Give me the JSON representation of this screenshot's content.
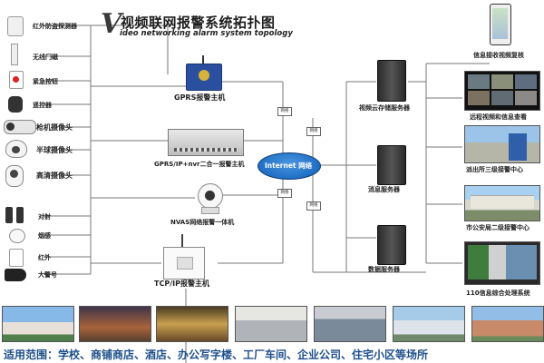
{
  "title": {
    "logo": "V",
    "cn": "视频联网报警系统拓扑图",
    "en": "ideo networking alarm system topology"
  },
  "left_devices": [
    {
      "label": "红外防盗探测器",
      "icon": "pir-detector-icon"
    },
    {
      "label": "无线门磁",
      "icon": "door-sensor-icon"
    },
    {
      "label": "紧急按钮",
      "icon": "panic-button-icon"
    },
    {
      "label": "遥控器",
      "icon": "remote-control-icon"
    },
    {
      "label": "枪机摄像头",
      "icon": "bullet-camera-icon"
    },
    {
      "label": "半球摄像头",
      "icon": "dome-camera-icon"
    },
    {
      "label": "高清摄像头",
      "icon": "hd-camera-icon"
    },
    {
      "label": "对射",
      "icon": "beam-sensor-icon"
    },
    {
      "label": "烟感",
      "icon": "smoke-detector-icon"
    },
    {
      "label": "红外",
      "icon": "infrared-sensor-icon"
    },
    {
      "label": "大警号",
      "icon": "siren-icon"
    }
  ],
  "center_devices": {
    "gprs": "GPRS报警主机",
    "nvr": "GPRS/IP+nvr二合一报警主机",
    "nvas": "NVAS网络报警一体机",
    "tcpip": "TCP/IP报警主机"
  },
  "cloud": {
    "label": "Internet 网络"
  },
  "net_badge": "网络",
  "servers": [
    {
      "label": "视频云存储服务器"
    },
    {
      "label": "消息服务器"
    },
    {
      "label": "数据服务器"
    }
  ],
  "right_items": [
    {
      "label": "信息接收视频复核"
    },
    {
      "label": "远程视频和信息查看"
    },
    {
      "label": "派出所三级接警中心"
    },
    {
      "label": "市公安局二级接警中心"
    },
    {
      "label": "110信息综合处理系统"
    }
  ],
  "scope": {
    "text": "适用范围：学校、商铺商店、酒店、办公写字楼、工厂车间、企业公司、住宅小区等场所"
  },
  "colors": {
    "line": "#777777",
    "cloud_fill": "#1f6fc4",
    "scope_text": "#1e4f8a"
  }
}
